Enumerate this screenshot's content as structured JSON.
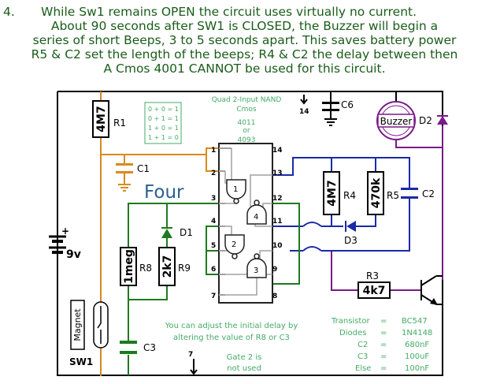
{
  "header": {
    "num": "4.",
    "lines": [
      "While Sw1 remains OPEN the circuit uses virtually no current.",
      "About 90 seconds after SW1 is CLOSED, the Buzzer will begin a",
      "series of short Beeps, 3 to 5 seconds apart. This saves battery power",
      "R5 & C2 set the length of the beeps;  R4 & C2 the delay between then",
      "A Cmos 4001 CANNOT be used for this circuit."
    ]
  },
  "labels": {
    "r1": "R1",
    "r1_val": "4M7",
    "c1": "C1",
    "truth": [
      "0 + 0 = 1",
      "0 + 1 = 1",
      "1 + 0 = 1",
      "1 + 1 = 0"
    ],
    "ic_title": [
      "Quad 2-Input NAND",
      "Cmos",
      "4011",
      "or",
      "4093"
    ],
    "pin14_top": "14",
    "c6": "C6",
    "buzzer": "Buzzer",
    "d2": "D2",
    "four": "Four",
    "r4": "R4",
    "r4_val": "4M7",
    "r5": "R5",
    "r5_val": "470k",
    "c2": "C2",
    "d1": "D1",
    "d3": "D3",
    "r8": "R8",
    "r8_val": "1meg",
    "r9": "R9",
    "r9_val": "2k7",
    "battery": "9v",
    "r3": "R3",
    "r3_val": "4k7",
    "magnet": "Magnet",
    "sw1": "SW1",
    "c3": "C3",
    "gates": [
      "1",
      "2",
      "3",
      "4"
    ],
    "pins_left": [
      "1",
      "2",
      "3",
      "4",
      "5",
      "6",
      "7"
    ],
    "pins_right": [
      "14",
      "13",
      "12",
      "11",
      "10",
      "9",
      "8"
    ],
    "note_adjust": [
      "You can adjust the initial delay by",
      "altering the value of R8 or C3"
    ],
    "pin7_bottom": "7",
    "gate2_note": [
      "Gate 2 is",
      "not used"
    ],
    "plus": "+",
    "parts": [
      {
        "name": "Transistor",
        "value": "BC547"
      },
      {
        "name": "Diodes",
        "value": "1N4148"
      },
      {
        "name": "C2",
        "value": "680nF"
      },
      {
        "name": "C3",
        "value": "100uF"
      },
      {
        "name": "Else",
        "value": "100nF"
      }
    ]
  },
  "colors": {
    "heading": "#1a5c1a",
    "orange": "#d98a1c",
    "green": "#1e7a1e",
    "blue": "#1a2aa8",
    "purple": "#7a1a8a",
    "black": "#000000",
    "pin": "#a0a0a0",
    "caption": "#44aa66",
    "ic": "#222222"
  }
}
